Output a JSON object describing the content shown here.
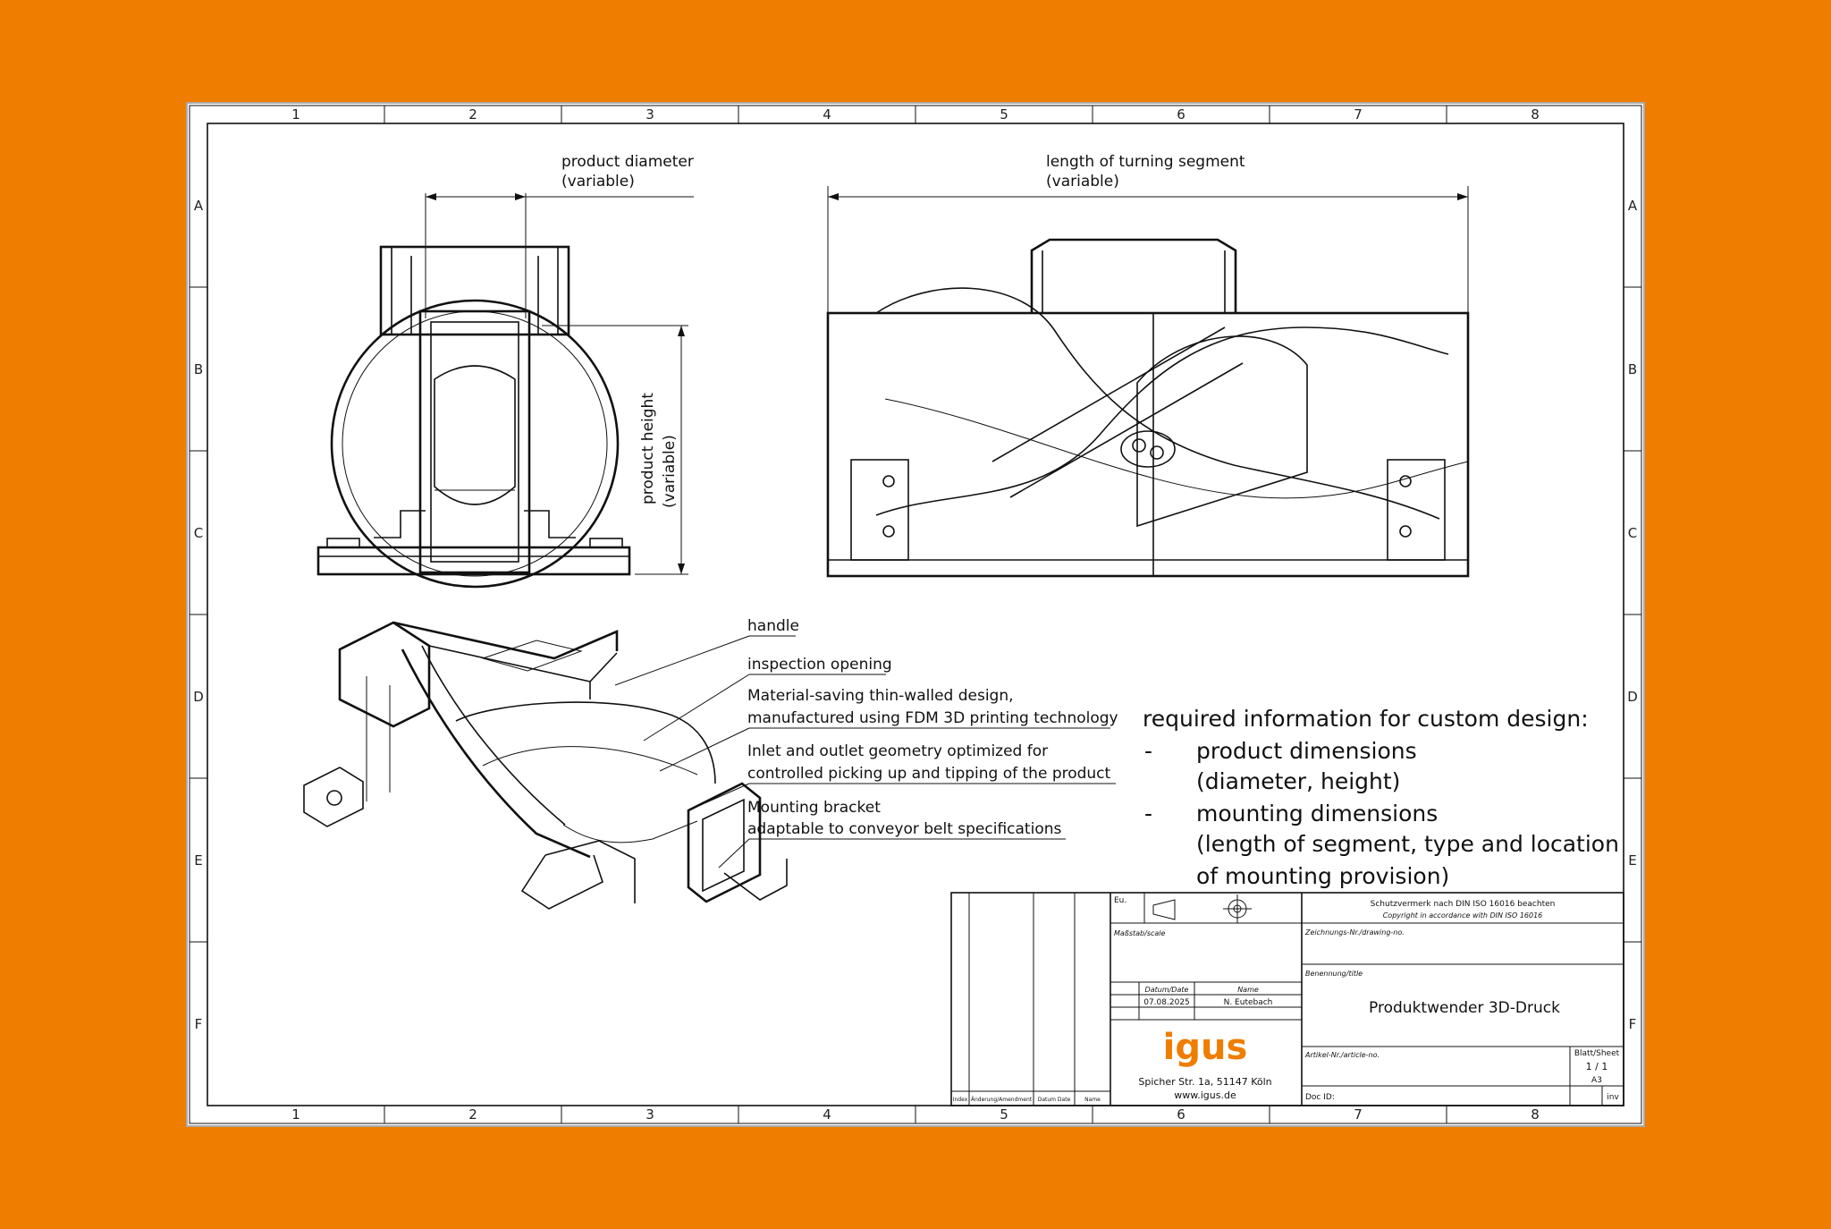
{
  "colors": {
    "background": "#ef7d00",
    "sheet": "#ffffff",
    "logo": "#ef7d00"
  },
  "grid": {
    "columns": [
      "1",
      "2",
      "3",
      "4",
      "5",
      "6",
      "7",
      "8"
    ],
    "rows": [
      "A",
      "B",
      "C",
      "D",
      "E",
      "F"
    ]
  },
  "dimensions": {
    "diameter": {
      "line1": "product diameter",
      "line2": "(variable)"
    },
    "length": {
      "line1": "length of turning segment",
      "line2": "(variable)"
    },
    "height": {
      "line1": "product height",
      "line2": "(variable)"
    }
  },
  "callouts": {
    "handle": "handle",
    "inspection": "inspection opening",
    "material_1": "Material-saving thin-walled design,",
    "material_2": "manufactured using FDM 3D printing technology",
    "inlet_1": "Inlet and outlet geometry optimized for",
    "inlet_2": "controlled picking up and tipping of the product",
    "mount_1": "Mounting bracket",
    "mount_2": "adaptable to conveyor belt specifications"
  },
  "requirements": {
    "heading": "required information for custom design:",
    "bullet": "-",
    "item1_line1": "product dimensions",
    "item1_line2": "(diameter, height)",
    "item2_line1": "mounting dimensions",
    "item2_line2": "(length of segment, type and location",
    "item2_line3": "of mounting provision)"
  },
  "title_block": {
    "eu": "Eu.",
    "copyright_1": "Schutzvermerk nach DIN ISO 16016 beachten",
    "copyright_2": "Copyright in accordance with DIN ISO 16016",
    "scale_label": "Maßstab/scale",
    "drawing_no_label": "Zeichnungs-Nr./drawing-no.",
    "title_label": "Benennung/title",
    "title": "Produktwender 3D-Druck",
    "date_label": "Datum/Date",
    "name_label": "Name",
    "date": "07.08.2025",
    "name": "N. Eutebach",
    "logo": "igus",
    "address": "Spicher Str. 1a, 51147 Köln",
    "website": "www.igus.de",
    "article_label": "Artikel-Nr./article-no.",
    "sheet_label": "Blatt/Sheet",
    "sheet_value": "1 / 1",
    "format": "A3",
    "doc_id": "Doc ID:",
    "inv": "inv",
    "index": "Index",
    "change": "Änderung/Amendment",
    "rev_date": "Datum Date",
    "rev_name": "Name"
  }
}
